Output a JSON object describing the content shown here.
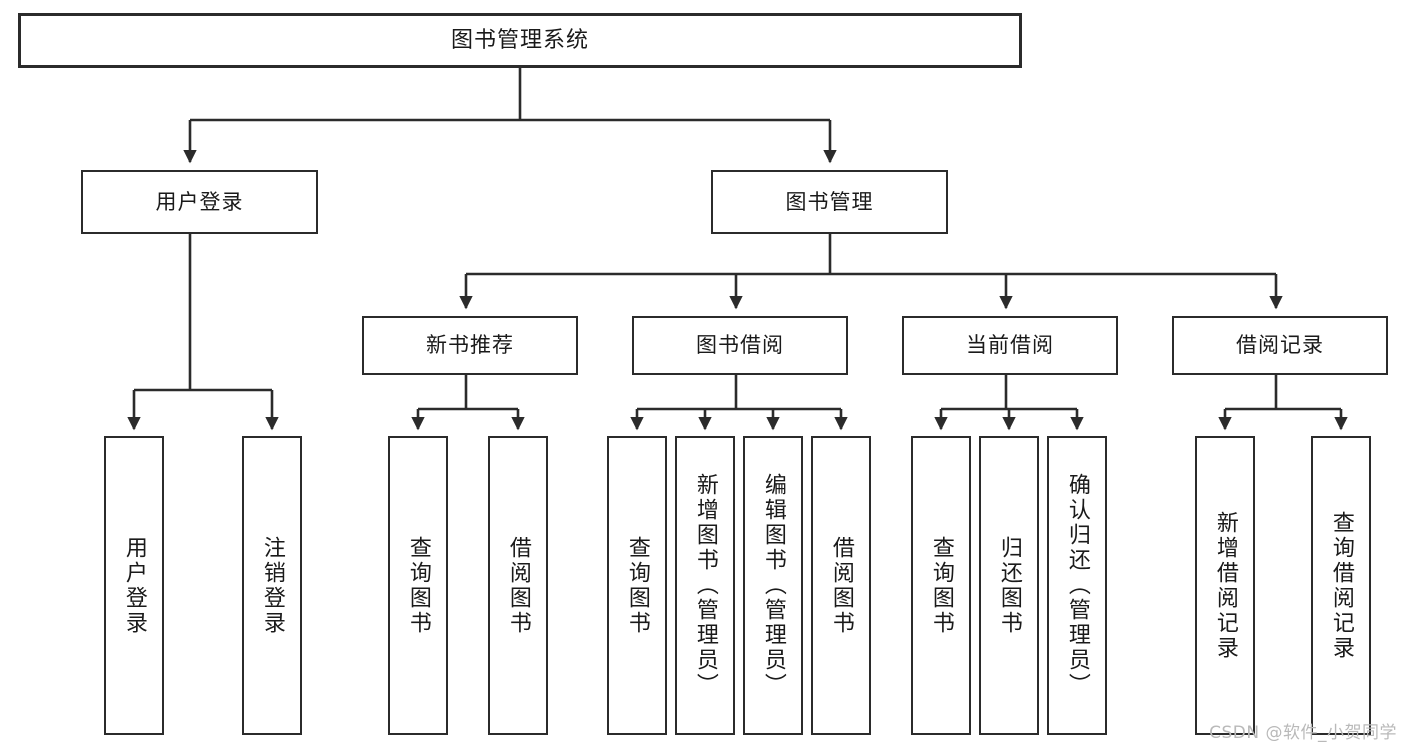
{
  "diagram": {
    "title": "图书管理系统",
    "type": "tree-structure-chart",
    "watermark": "CSDN @软件_小贺同学",
    "colors": {
      "box_border": "#2b2b2b",
      "box_fill": "#ffffff",
      "line": "#2b2b2b",
      "text": "#1a1a1a",
      "watermark": "#b9b9b9"
    },
    "nodes": {
      "root": {
        "label": "图书管理系统"
      },
      "level1": [
        {
          "label": "用户登录"
        },
        {
          "label": "图书管理"
        }
      ],
      "level2": [
        {
          "label": "新书推荐"
        },
        {
          "label": "图书借阅"
        },
        {
          "label": "当前借阅"
        },
        {
          "label": "借阅记录"
        }
      ],
      "leaves": {
        "user_login": [
          {
            "label": "用户登录"
          },
          {
            "label": "注销登录"
          }
        ],
        "new_book": [
          {
            "label": "查询图书"
          },
          {
            "label": "借阅图书"
          }
        ],
        "book_borrow": [
          {
            "label": "查询图书"
          },
          {
            "label": "新增图书（管理员）"
          },
          {
            "label": "编辑图书（管理员）"
          },
          {
            "label": "借阅图书"
          }
        ],
        "current_borrow": [
          {
            "label": "查询图书"
          },
          {
            "label": "归还图书"
          },
          {
            "label": "确认归还（管理员）"
          }
        ],
        "borrow_record": [
          {
            "label": "新增借阅记录"
          },
          {
            "label": "查询借阅记录"
          }
        ]
      }
    }
  }
}
